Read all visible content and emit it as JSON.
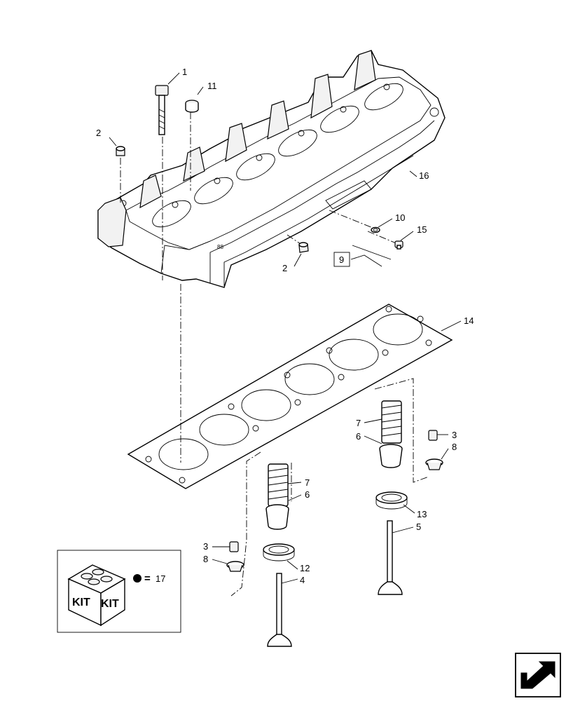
{
  "callouts": {
    "c1": "1",
    "c11": "11",
    "c2a": "2",
    "c16": "16",
    "c10": "10",
    "c15": "15",
    "c9": "9",
    "c2b": "2",
    "c14": "14",
    "c7a": "7",
    "c6a": "6",
    "c3a": "3",
    "c8a": "8",
    "c13": "13",
    "c5": "5",
    "c7b": "7",
    "c6b": "6",
    "c3b": "3",
    "c8b": "8",
    "c12": "12",
    "c4": "4"
  },
  "kit": {
    "label_left": "KIT",
    "label_right": "KIT",
    "equals": "=",
    "number": "17"
  }
}
